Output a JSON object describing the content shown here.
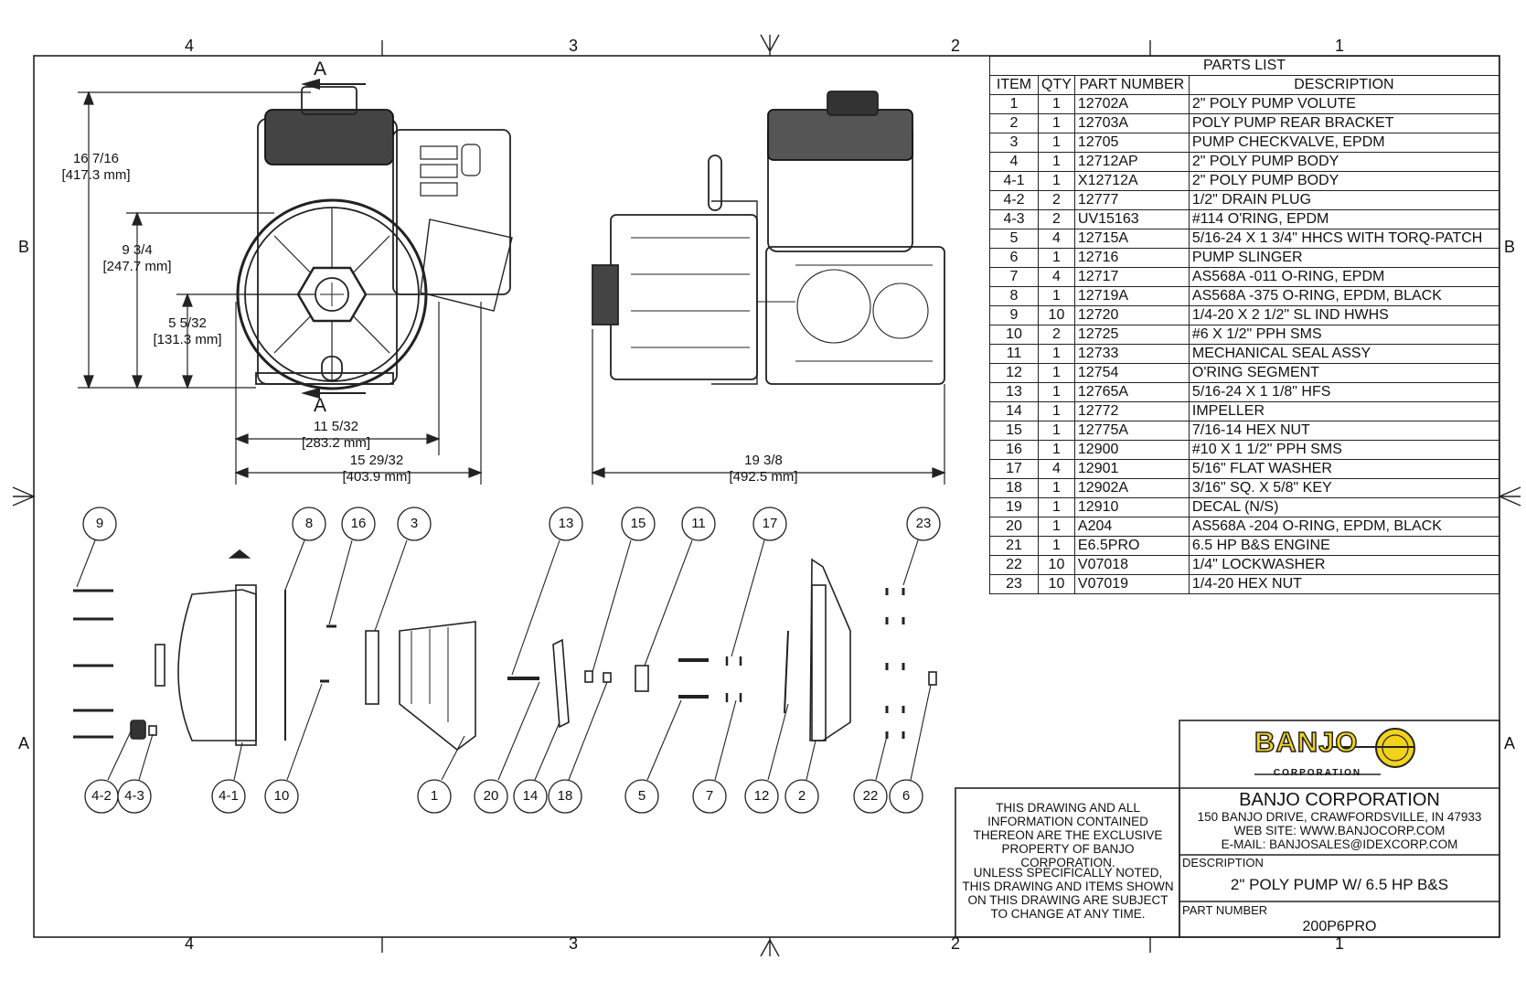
{
  "zones": {
    "top": [
      "4",
      "3",
      "2",
      "1"
    ],
    "bottom": [
      "4",
      "3",
      "2",
      "1"
    ],
    "left": [
      "B",
      "A"
    ],
    "right": [
      "B",
      "A"
    ]
  },
  "section_marks": [
    "A",
    "A"
  ],
  "dimensions": {
    "overall_height": {
      "frac": "16 7/16",
      "mm": "[417.3 mm]"
    },
    "mid_height": {
      "frac": "9 3/4",
      "mm": "[247.7 mm]"
    },
    "shaft_height": {
      "frac": "5 5/32",
      "mm": "[131.3 mm]"
    },
    "pump_width": {
      "frac": "11 5/32",
      "mm": "[283.2 mm]"
    },
    "overall_width": {
      "frac": "15 29/32",
      "mm": "[403.9 mm]"
    },
    "overall_length": {
      "frac": "19 3/8",
      "mm": "[492.5 mm]"
    }
  },
  "balloons_top": [
    "9",
    "8",
    "16",
    "3",
    "13",
    "15",
    "11",
    "17",
    "23"
  ],
  "balloons_bottom": [
    "4-2",
    "4-3",
    "4-1",
    "10",
    "1",
    "20",
    "14",
    "18",
    "5",
    "7",
    "12",
    "2",
    "22",
    "6"
  ],
  "parts_list": {
    "title": "PARTS LIST",
    "headers": [
      "ITEM",
      "QTY",
      "PART NUMBER",
      "DESCRIPTION"
    ],
    "rows": [
      [
        "1",
        "1",
        "12702A",
        "2\" POLY PUMP VOLUTE"
      ],
      [
        "2",
        "1",
        "12703A",
        "POLY PUMP REAR BRACKET"
      ],
      [
        "3",
        "1",
        "12705",
        "PUMP CHECKVALVE, EPDM"
      ],
      [
        "4",
        "1",
        "12712AP",
        "2\" POLY PUMP BODY"
      ],
      [
        "4-1",
        "1",
        "X12712A",
        "2\" POLY PUMP BODY"
      ],
      [
        "4-2",
        "2",
        "12777",
        "1/2\" DRAIN PLUG"
      ],
      [
        "4-3",
        "2",
        "UV15163",
        "#114 O'RING, EPDM"
      ],
      [
        "5",
        "4",
        "12715A",
        "5/16-24 X 1 3/4\" HHCS WITH TORQ-PATCH"
      ],
      [
        "6",
        "1",
        "12716",
        "PUMP SLINGER"
      ],
      [
        "7",
        "4",
        "12717",
        "AS568A -011 O-RING, EPDM"
      ],
      [
        "8",
        "1",
        "12719A",
        "AS568A -375 O-RING, EPDM, BLACK"
      ],
      [
        "9",
        "10",
        "12720",
        "1/4-20 X 2 1/2\" SL IND HWHS"
      ],
      [
        "10",
        "2",
        "12725",
        "#6 X 1/2\" PPH SMS"
      ],
      [
        "11",
        "1",
        "12733",
        "MECHANICAL SEAL ASSY"
      ],
      [
        "12",
        "1",
        "12754",
        "O'RING SEGMENT"
      ],
      [
        "13",
        "1",
        "12765A",
        "5/16-24 X 1 1/8\" HFS"
      ],
      [
        "14",
        "1",
        "12772",
        "IMPELLER"
      ],
      [
        "15",
        "1",
        "12775A",
        "7/16-14 HEX NUT"
      ],
      [
        "16",
        "1",
        "12900",
        "#10 X 1 1/2\" PPH SMS"
      ],
      [
        "17",
        "4",
        "12901",
        "5/16\" FLAT WASHER"
      ],
      [
        "18",
        "1",
        "12902A",
        "3/16\" SQ. X 5/8\" KEY"
      ],
      [
        "19",
        "1",
        "12910",
        "DECAL (N/S)"
      ],
      [
        "20",
        "1",
        "A204",
        "AS568A -204 O-RING, EPDM, BLACK"
      ],
      [
        "21",
        "1",
        "E6.5PRO",
        "6.5 HP B&S ENGINE"
      ],
      [
        "22",
        "10",
        "V07018",
        "1/4\" LOCKWASHER"
      ],
      [
        "23",
        "10",
        "V07019",
        "1/4-20 HEX NUT"
      ]
    ]
  },
  "title_block": {
    "logo_text": "BANJO",
    "logo_sub": "CORPORATION",
    "company": "BANJO CORPORATION",
    "address": "150 BANJO DRIVE, CRAWFORDSVILLE, IN 47933",
    "web": "WEB SITE: WWW.BANJOCORP.COM",
    "email": "E-MAIL: BANJOSALES@IDEXCORP.COM",
    "description_label": "DESCRIPTION",
    "description": "2\" POLY  PUMP W/ 6.5 HP B&S",
    "part_number_label": "PART NUMBER",
    "part_number": "200P6PRO",
    "notice1": "THIS DRAWING AND ALL INFORMATION CONTAINED THEREON ARE THE EXCLUSIVE PROPERTY OF BANJO CORPORATION.",
    "notice2": "UNLESS SPECIFICALLY NOTED, THIS DRAWING AND ITEMS SHOWN ON THIS DRAWING ARE SUBJECT TO CHANGE AT ANY TIME."
  },
  "colors": {
    "logo_yellow": "#f2d21b",
    "ink": "#111111"
  }
}
